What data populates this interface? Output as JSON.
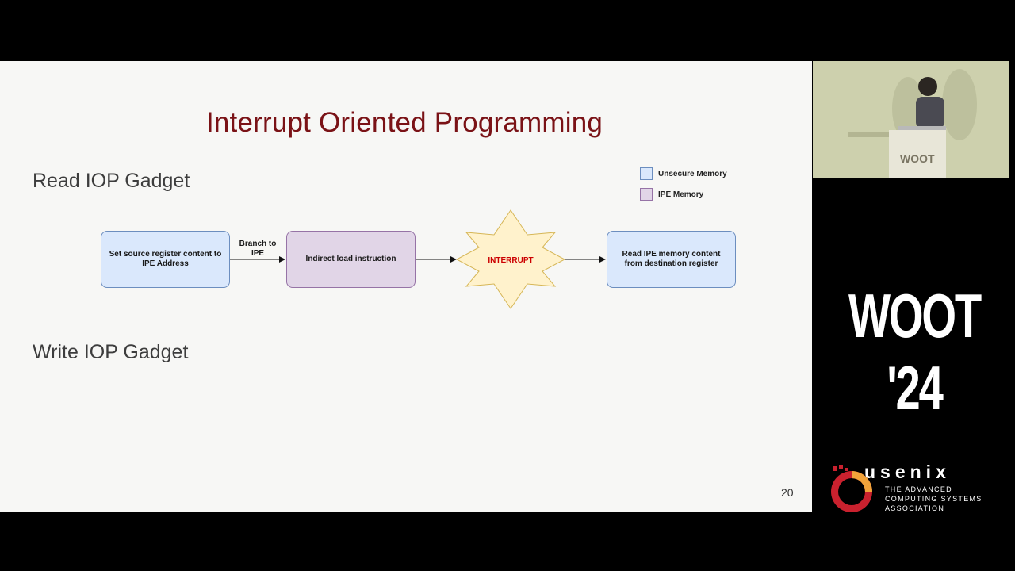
{
  "slide": {
    "title": "Interrupt Oriented Programming",
    "section_read": "Read IOP Gadget",
    "section_write": "Write IOP Gadget",
    "page_number": "20"
  },
  "legend": {
    "unsecure": "Unsecure Memory",
    "ipe": "IPE Memory"
  },
  "diagram": {
    "box1": "Set source register content to IPE Address",
    "branch_label": "Branch to IPE",
    "box2": "Indirect load instruction",
    "interrupt": "INTERRUPT",
    "box3": "Read IPE memory content from destination register"
  },
  "colors": {
    "title": "#7a1216",
    "unsecure_fill": "#dae8fc",
    "unsecure_stroke": "#6c8ebf",
    "ipe_fill": "#e1d5e7",
    "ipe_stroke": "#9673a6",
    "interrupt_fill": "#fff2cc",
    "interrupt_stroke": "#d6b656",
    "interrupt_text": "#cc0000"
  },
  "branding": {
    "event": "WOOT '24",
    "org": "usenix",
    "tagline_1": "THE ADVANCED",
    "tagline_2": "COMPUTING SYSTEMS",
    "tagline_3": "ASSOCIATION"
  },
  "icons": [
    "usenix-logo-icon",
    "speaker-video-feed"
  ]
}
